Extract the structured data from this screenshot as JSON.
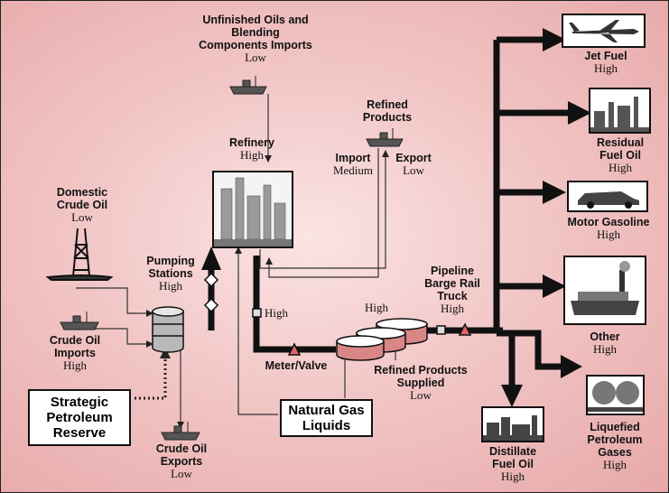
{
  "diagram": {
    "unfinished_oils": {
      "title": [
        "Unfinished Oils and",
        "Blending",
        "Components Imports"
      ],
      "level": "Low"
    },
    "refined_products": {
      "title": [
        "Refined",
        "Products"
      ]
    },
    "import": {
      "title": "Import",
      "level": "Medium"
    },
    "export": {
      "title": "Export",
      "level": "Low"
    },
    "refinery": {
      "title": "Refinery",
      "level": "High"
    },
    "domestic_crude": {
      "title": [
        "Domestic",
        "Crude Oil"
      ],
      "level": "Low"
    },
    "pumping_stations": {
      "title": [
        "Pumping",
        "Stations"
      ],
      "level": "High"
    },
    "crude_imports": {
      "title": [
        "Crude Oil",
        "Imports"
      ],
      "level": "High"
    },
    "strategic_reserve": {
      "title": [
        "Strategic",
        "Petroleum",
        "Reserve"
      ]
    },
    "crude_exports": {
      "title": [
        "Crude Oil",
        "Exports"
      ],
      "level": "Low"
    },
    "pipe_high": {
      "level": "High"
    },
    "tanks_high": {
      "level": "High"
    },
    "meter_valve": {
      "title": "Meter/Valve"
    },
    "natural_gas_liquids": {
      "title": [
        "Natural Gas",
        "Liquids"
      ]
    },
    "refined_supplied": {
      "title": [
        "Refined Products",
        "Supplied"
      ],
      "level": "Low"
    },
    "pipeline": {
      "title": [
        "Pipeline",
        "Barge Rail",
        "Truck"
      ],
      "level": "High"
    },
    "jet_fuel": {
      "title": [
        "Jet Fuel"
      ],
      "level": "High"
    },
    "residual": {
      "title": [
        "Residual",
        "Fuel Oil"
      ],
      "level": "High"
    },
    "motor_gasoline": {
      "title": [
        "Motor Gasoline"
      ],
      "level": "High"
    },
    "other": {
      "title": [
        "Other"
      ],
      "level": "High"
    },
    "lpg": {
      "title": [
        "Liquefied",
        "Petroleum",
        "Gases"
      ],
      "level": "High"
    },
    "distillate": {
      "title": [
        "Distillate",
        "Fuel Oil"
      ],
      "level": "High"
    }
  }
}
